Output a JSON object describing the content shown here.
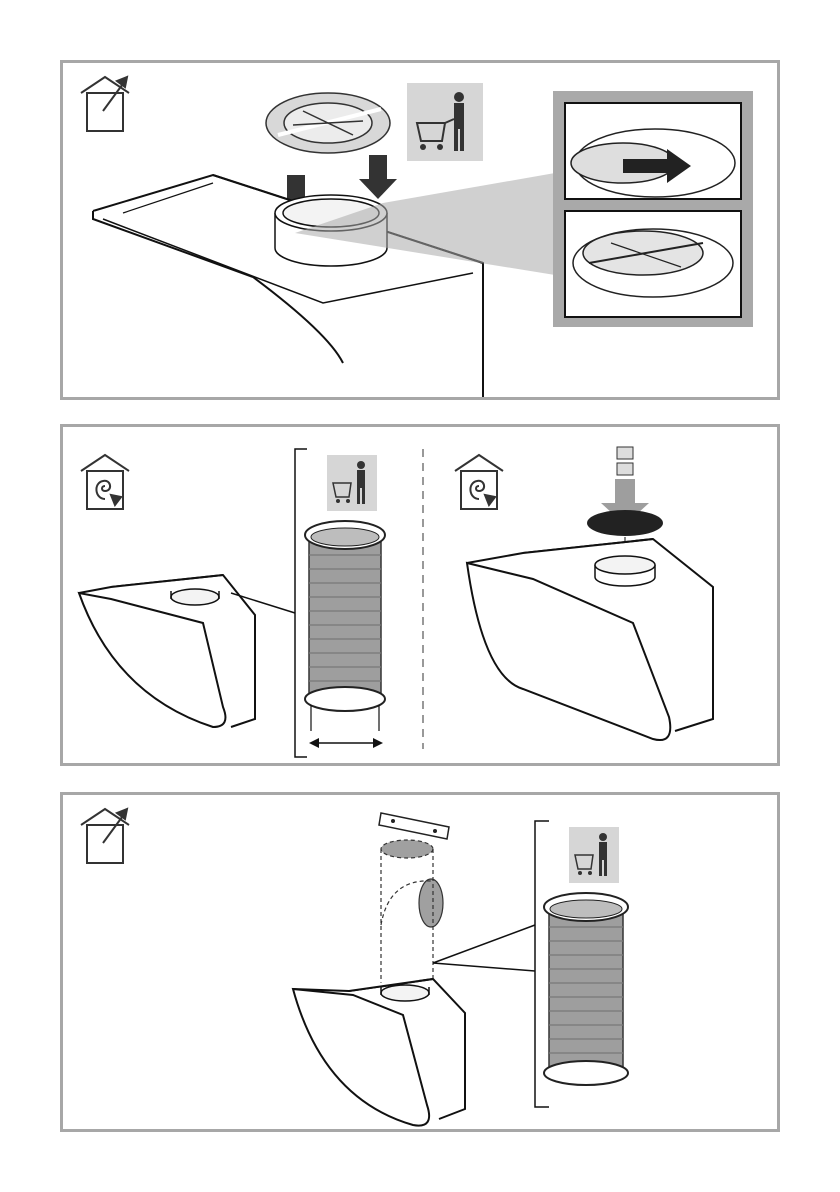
{
  "page": {
    "background": "#ffffff",
    "panel_border_color": "#a7a7a7",
    "icon_grey": "#d6d6d6",
    "duct_grey": "#9e9e9e"
  },
  "panels": [
    {
      "id": "exhaust-air-adapter",
      "icons": [
        "house-exhaust-icon",
        "shopping-cart-accessory-icon"
      ],
      "insets": 2
    },
    {
      "id": "recirculation",
      "icons": [
        "house-recirculation-icon",
        "shopping-cart-accessory-icon",
        "house-recirculation-icon"
      ]
    },
    {
      "id": "exhaust-duct-connection",
      "icons": [
        "house-exhaust-icon",
        "shopping-cart-accessory-icon"
      ]
    }
  ]
}
